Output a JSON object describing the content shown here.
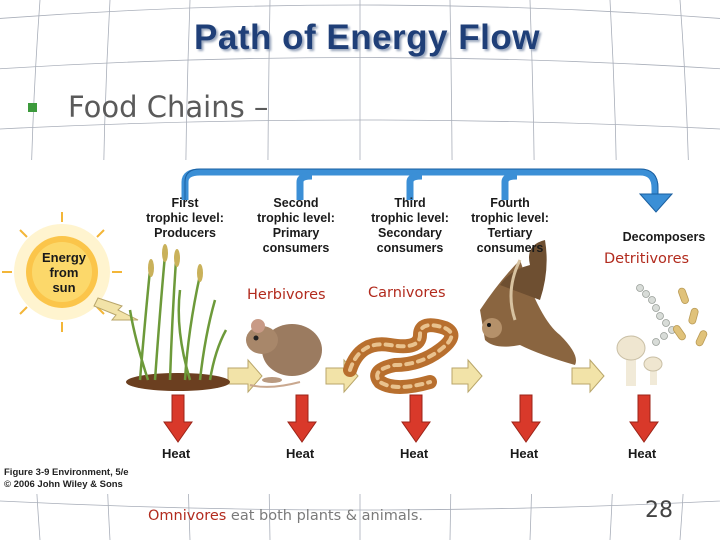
{
  "slide": {
    "title": "Path of Energy Flow",
    "bullet": "Food Chains –",
    "page_number": "28"
  },
  "diagram": {
    "energy_source": "Energy\nfrom\nsun",
    "levels": [
      {
        "id": "producers",
        "label": "First\ntrophic level:\nProducers"
      },
      {
        "id": "primary",
        "label": "Second\ntrophic level:\nPrimary\nconsumers"
      },
      {
        "id": "secondary",
        "label": "Third\ntrophic level:\nSecondary\nconsumers"
      },
      {
        "id": "tertiary",
        "label": "Fourth\ntrophic level:\nTertiary\nconsumers"
      },
      {
        "id": "decomposers",
        "label": "Decomposers"
      }
    ],
    "annotations": {
      "herbivores": "Herbivores",
      "carnivores": "Carnivores",
      "detritivores": "Detritivores"
    },
    "heat_label": "Heat",
    "heat_count": 5,
    "caption": {
      "line1": "Figure 3-9  Environment, 5/e",
      "line2": "© 2006 John Wiley & Sons"
    }
  },
  "footer": {
    "omnivores_term": "Omnivores",
    "omnivores_rest": " eat both plants & animals."
  },
  "colors": {
    "title": "#1f3f78",
    "bullet": "#3c9a3c",
    "annotation_red": "#b22b1e",
    "arrow_blue": "#3b8fd6",
    "heat_arrow": "#d9392a",
    "flow_arrow": "#f2e3a8"
  }
}
